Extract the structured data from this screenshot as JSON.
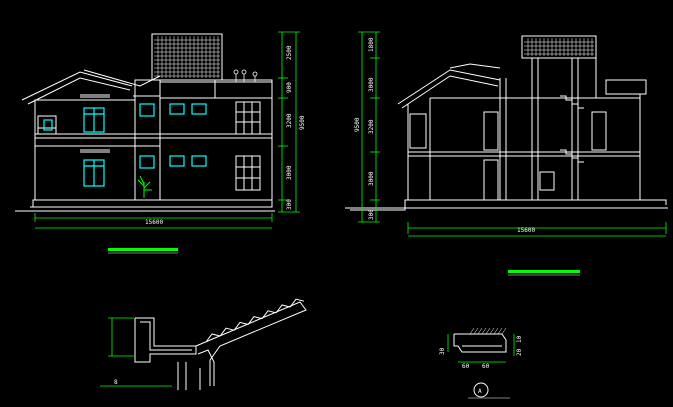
{
  "colors": {
    "background": "#000000",
    "line": "#ffffff",
    "dimension": "#00ff00",
    "window": "#00ffff",
    "plant": "#00ff00",
    "title_bar": "#00ff00"
  },
  "drawings": {
    "front_elevation": {
      "width_label": "15600",
      "right_dims": [
        "2500",
        "900",
        "3200",
        "3000",
        "300"
      ],
      "total_height_label": "9500"
    },
    "section": {
      "width_label": "15600",
      "left_dims": [
        "1800",
        "3000",
        "3200",
        "3000",
        "300"
      ],
      "total_height_label": "9500"
    },
    "eave_detail": {
      "dim_label": "8"
    },
    "sill_detail": {
      "dims": [
        "30",
        "60",
        "60",
        "20",
        "10"
      ],
      "marker": "A"
    }
  }
}
